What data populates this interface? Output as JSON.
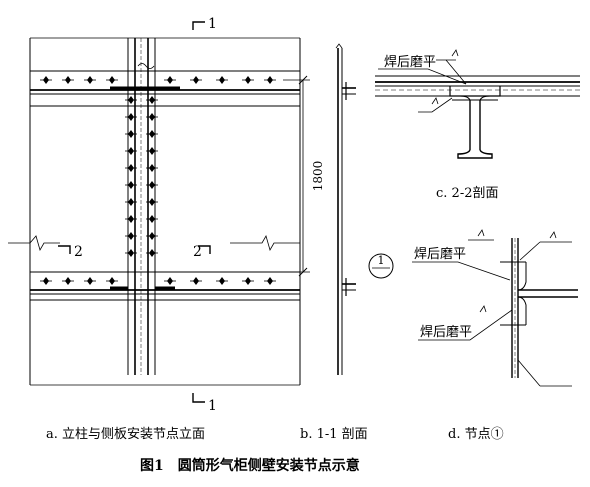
{
  "elevation": {
    "section_mark_top": "1",
    "section_mark_bottom": "1",
    "section_mark_left": "2",
    "section_mark_right": "2",
    "dimension": "1800"
  },
  "node_marker": "1",
  "weld_note": "焊后磨平",
  "captions": {
    "a": "a. 立柱与侧板安装节点立面",
    "b": "b. 1-1 剖面",
    "c": "c. 2-2剖面",
    "d": "d. 节点①"
  },
  "figure_title": "图1　圆筒形气柜侧壁安装节点示意"
}
